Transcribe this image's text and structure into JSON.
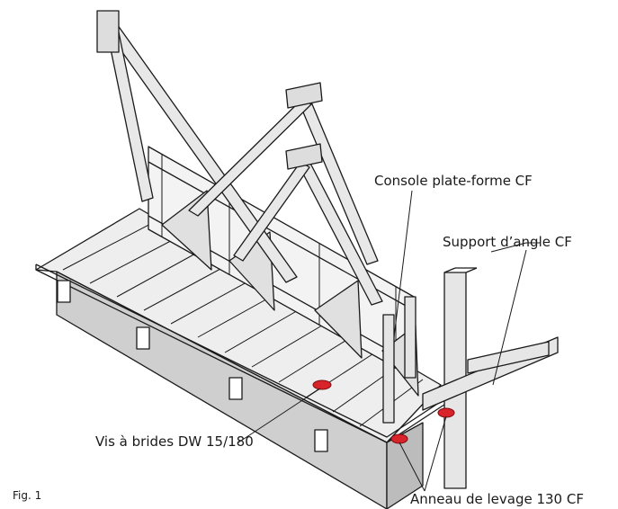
{
  "labels": {
    "console": "Console plate-forme CF",
    "support": "Support d’angle CF",
    "vis": "Vis à brides DW 15/180",
    "anneau": "Anneau de levage 130 CF",
    "figure": "Fig. 1"
  },
  "colors": {
    "outline": "#1a1a1a",
    "panel": "#d4d4d4",
    "panel_dark": "#bdbdbd",
    "steel": "#e6e6e6",
    "accent_red": "#d8232a"
  }
}
